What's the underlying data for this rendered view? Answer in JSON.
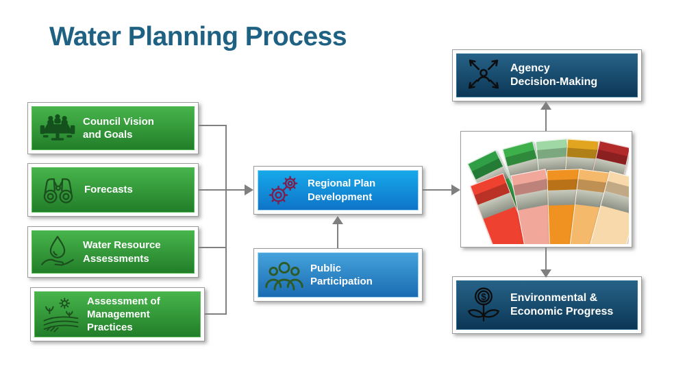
{
  "title": "Water Planning Process",
  "boxes": {
    "inputs": [
      {
        "label": "Council Vision\nand Goals",
        "icon": "meeting-table-icon"
      },
      {
        "label": "Forecasts",
        "icon": "binoculars-icon"
      },
      {
        "label": "Water Resource\nAssessments",
        "icon": "water-drop-hand-icon"
      },
      {
        "label": "Assessment of\nManagement\nPractices",
        "icon": "farm-field-icon"
      }
    ],
    "regional_plan": {
      "label": "Regional Plan\nDevelopment",
      "icon": "gears-icon"
    },
    "public_participation": {
      "label": "Public\nParticipation",
      "icon": "people-group-icon"
    },
    "agency": {
      "label": "Agency\nDecision-Making",
      "icon": "decision-arrows-icon"
    },
    "progress": {
      "label": "Environmental &\nEconomic Progress",
      "icon": "money-plant-icon"
    }
  },
  "colors": {
    "title_color": "#1E6183",
    "green_top": "#47B44B",
    "green_bottom": "#227E29",
    "blue_top": "#16A9EA",
    "blue_bottom": "#0F74C8",
    "blue2_top": "#45A2DB",
    "blue2_bottom": "#1A6CB2",
    "navy_top": "#266287",
    "navy_bottom": "#0C3756",
    "connector": "#7F7F7F"
  },
  "plans_fan": {
    "back_row_colors": [
      "#2F9E44",
      "#3DB04C",
      "#9FD8A5",
      "#E2A51F",
      "#B22A2A"
    ],
    "front_row_colors": [
      "#EE4130",
      "#F2A79B",
      "#EF9221",
      "#F5B96B",
      "#F8D9AB"
    ]
  }
}
